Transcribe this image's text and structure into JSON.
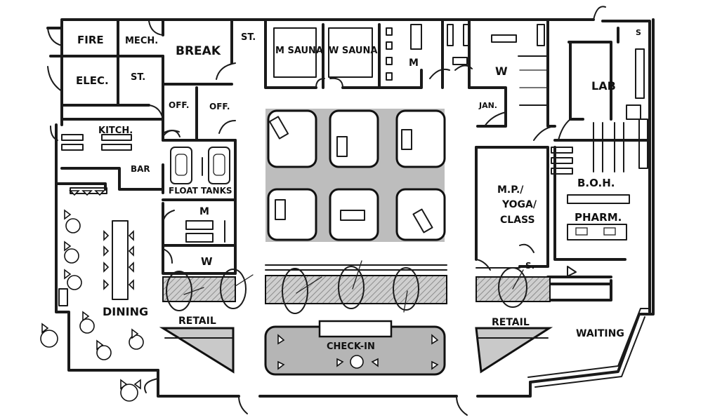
{
  "rooms": {
    "fire": "FIRE",
    "mech": "MECH.",
    "break": "BREAK",
    "st_top": "ST.",
    "m_sauna": "M SAUNA",
    "w_sauna": "W SAUNA",
    "m_top": "M",
    "w_top": "W",
    "s_top": "S",
    "elec": "ELEC.",
    "st_left": "ST.",
    "off_1": "OFF.",
    "off_2": "OFF.",
    "jan": "JAN.",
    "lab": "LAB",
    "kitch": "KITCH.",
    "bar": "BAR",
    "float_tanks": "FLOAT TANKS",
    "m_mid": "M",
    "w_mid": "W",
    "mp_yoga": "M.P./",
    "yoga": "YOGA/",
    "class": "CLASS",
    "boh": "B.O.H.",
    "pharm": "PHARM.",
    "s_mid": "S.",
    "dining": "DINING",
    "retail_left": "RETAIL",
    "retail_right": "RETAIL",
    "check_in": "CHECK-IN",
    "waiting": "WAITING"
  },
  "colors": {
    "ink": "#1a1a1a",
    "shade_light": "#c9c9c9",
    "shade_mid": "#b5b5b5",
    "shade_hatch": "#9a9a9a",
    "paper": "#ffffff"
  }
}
